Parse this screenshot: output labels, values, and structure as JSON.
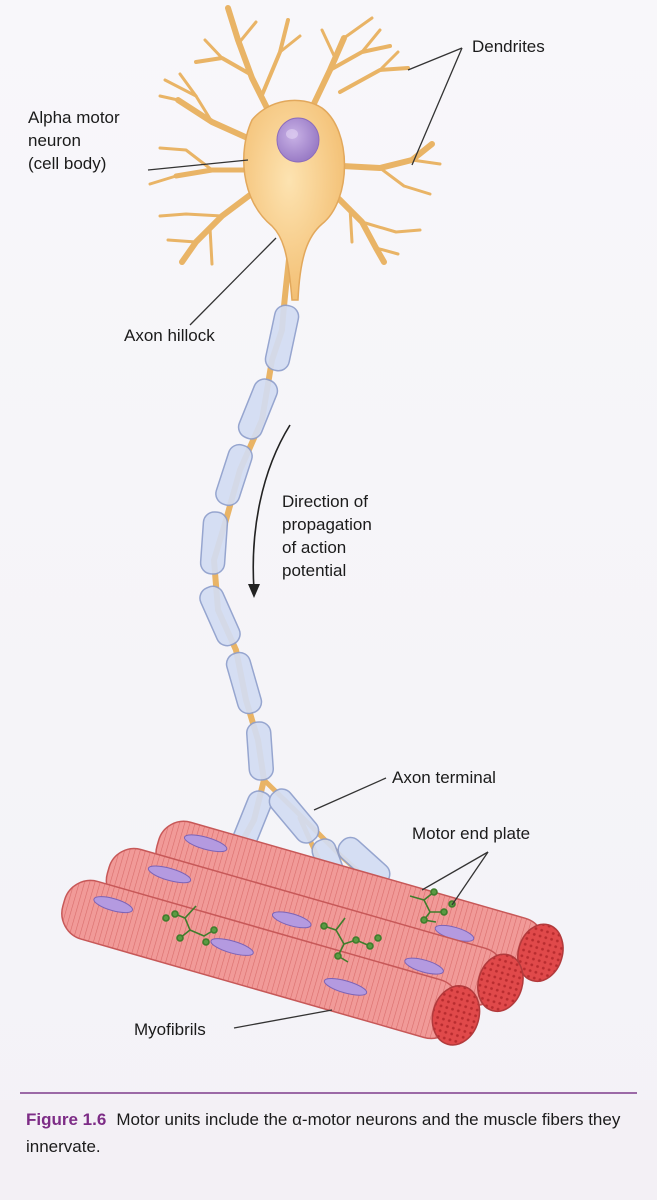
{
  "labels": {
    "dendrites": "Dendrites",
    "cell_body": "Alpha motor\nneuron\n(cell body)",
    "axon_hillock": "Axon hillock",
    "direction": "Direction of\npropagation\nof action\npotential",
    "axon_terminal": "Axon terminal",
    "motor_end_plate": "Motor end plate",
    "myofibrils": "Myofibrils"
  },
  "caption": {
    "figure_number": "Figure 1.6",
    "text": "Motor units include the α-motor neurons and the muscle fibers they innervate."
  },
  "colors": {
    "neuron": "#f5c77f",
    "neuron_stroke": "#d59a4a",
    "nucleus": "#a98ad2",
    "myelin": "#cfd9f1",
    "muscle": "#f08f8f",
    "muscle_stripe": "#d96a6a",
    "muscle_end": "#e04848",
    "end_plate": "#4f8d3a",
    "caption_accent": "#7d2c86"
  }
}
